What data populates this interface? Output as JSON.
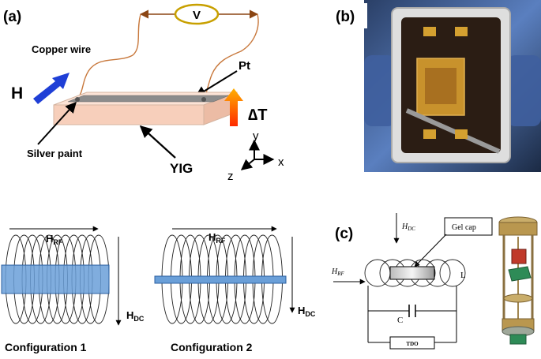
{
  "panel_a": {
    "label": "(a)",
    "voltmeter": "V",
    "copper_wire": "Copper wire",
    "pt": "Pt",
    "h": "H",
    "delta_t": "∆T",
    "silver_paint": "Silver paint",
    "yig": "YIG",
    "axis_y": "y",
    "axis_x": "x",
    "axis_z": "z"
  },
  "panel_b": {
    "label": "(b)"
  },
  "panel_c": {
    "label": "(c)",
    "hdc": "H",
    "hdc_sub": "DC",
    "hrf": "H",
    "hrf_sub": "RF",
    "gel_cap": "Gel cap",
    "inductor": "L",
    "capacitor": "C",
    "tdo": "TDO"
  },
  "config1": {
    "hrf": "H",
    "hrf_sub": "RF",
    "hdc": "H",
    "hdc_sub": "DC",
    "caption": "Configuration 1"
  },
  "config2": {
    "hrf": "H",
    "hrf_sub": "RF",
    "hdc": "H",
    "hdc_sub": "DC",
    "caption": "Configuration 2"
  },
  "colors": {
    "sample_blue": "#6a9fd8",
    "yig_fill": "#f7d3bf",
    "h_arrow": "#1f3fd6",
    "wire": "#c8783c",
    "voltmeter": "#b8860b"
  }
}
